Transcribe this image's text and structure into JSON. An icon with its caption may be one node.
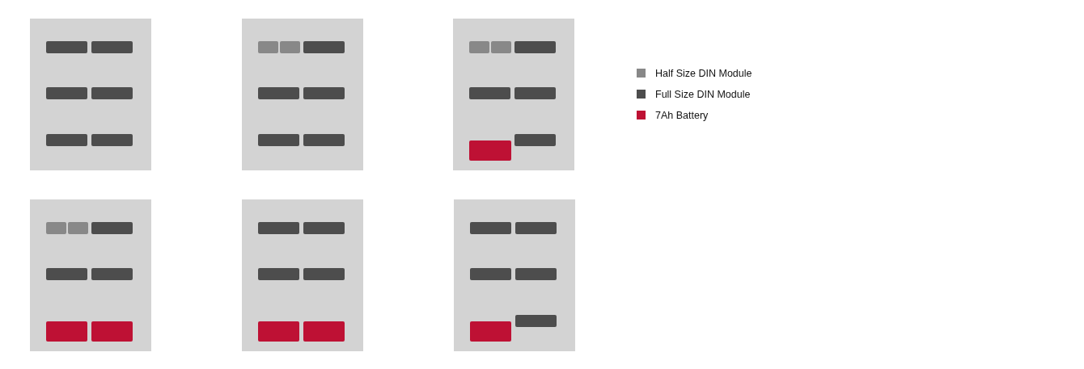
{
  "diagram": {
    "nodes": [
      {
        "text": [],
        "shape": "box"
      },
      {
        "text": [],
        "shape": "bar",
        "in": 0
      },
      {
        "text": [],
        "shape": "bar",
        "in": 0
      },
      {
        "text": [],
        "shape": "bar",
        "in": 0
      },
      {
        "text": [],
        "shape": "bar",
        "in": 0
      },
      {
        "text": [],
        "shape": "bar",
        "in": 0
      },
      {
        "text": [],
        "shape": "bar",
        "in": 0
      },
      {
        "text": [],
        "shape": "box"
      },
      {
        "text": [],
        "shape": "bar",
        "in": 7
      },
      {
        "text": [],
        "shape": "bar",
        "in": 7
      },
      {
        "text": [],
        "shape": "bar",
        "in": 7
      },
      {
        "text": [],
        "shape": "bar",
        "in": 7
      },
      {
        "text": [],
        "shape": "bar",
        "in": 7
      },
      {
        "text": [],
        "shape": "bar",
        "in": 7
      },
      {
        "text": [],
        "shape": "bar",
        "in": 7
      },
      {
        "text": [],
        "shape": "box"
      },
      {
        "text": [],
        "shape": "bar",
        "in": 15
      },
      {
        "text": [],
        "shape": "bar",
        "in": 15
      },
      {
        "text": [],
        "shape": "bar",
        "in": 15
      },
      {
        "text": [],
        "shape": "bar",
        "in": 15
      },
      {
        "text": [],
        "shape": "bar",
        "in": 15
      },
      {
        "text": [],
        "shape": "bar",
        "in": 15
      },
      {
        "text": [],
        "shape": "bar",
        "in": 15
      },
      {
        "text": [],
        "shape": "box"
      },
      {
        "text": [],
        "shape": "bar",
        "in": 23
      },
      {
        "text": [],
        "shape": "bar",
        "in": 23
      },
      {
        "text": [],
        "shape": "bar",
        "in": 23
      },
      {
        "text": [],
        "shape": "bar",
        "in": 23
      },
      {
        "text": [],
        "shape": "bar",
        "in": 23
      },
      {
        "text": [],
        "shape": "bar",
        "in": 23
      },
      {
        "text": [],
        "shape": "bar",
        "in": 23
      },
      {
        "text": [],
        "shape": "box"
      },
      {
        "text": [],
        "shape": "bar",
        "in": 31
      },
      {
        "text": [],
        "shape": "bar",
        "in": 31
      },
      {
        "text": [],
        "shape": "bar",
        "in": 31
      },
      {
        "text": [],
        "shape": "bar",
        "in": 31
      },
      {
        "text": [],
        "shape": "bar",
        "in": 31
      },
      {
        "text": [],
        "shape": "bar",
        "in": 31
      },
      {
        "text": [],
        "shape": "box"
      },
      {
        "text": [],
        "shape": "bar",
        "in": 38
      },
      {
        "text": [],
        "shape": "bar",
        "in": 38
      },
      {
        "text": [],
        "shape": "bar",
        "in": 38
      },
      {
        "text": [],
        "shape": "bar",
        "in": 38
      },
      {
        "text": [],
        "shape": "bar",
        "in": 38
      },
      {
        "text": [],
        "shape": "bar",
        "in": 38
      }
    ],
    "legend": [
      {
        "text": "Half Size DIN Module",
        "color": "#888888"
      },
      {
        "text": "Full Size DIN Module",
        "color": "#4d4d4d"
      },
      {
        "text": "7Ah Battery",
        "color": "#be1134"
      }
    ]
  }
}
